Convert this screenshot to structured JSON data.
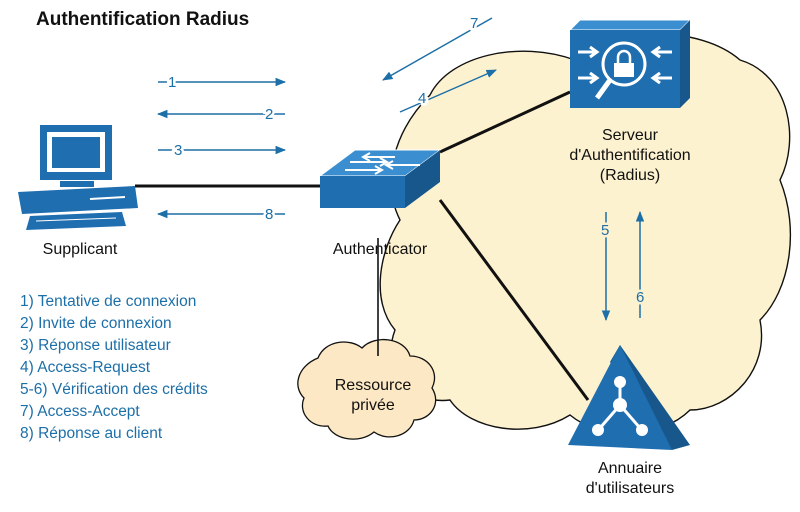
{
  "title": "Authentification Radius",
  "nodes": {
    "supplicant": "Supplicant",
    "authenticator": "Authenticator",
    "server_line1": "Serveur",
    "server_line2": "d'Authentification",
    "server_line3": "(Radius)",
    "directory_line1": "Annuaire",
    "directory_line2": "d'utilisateurs",
    "resource_line1": "Ressource",
    "resource_line2": "privée"
  },
  "step_labels": {
    "s1": "1",
    "s2": "2",
    "s3": "3",
    "s4": "4",
    "s5": "5",
    "s6": "6",
    "s7": "7",
    "s8": "8"
  },
  "legend": [
    "1) Tentative de connexion",
    "2) Invite de connexion",
    "3) Réponse utilisateur",
    "4) Access-Request",
    "5-6) Vérification des crédits",
    "7) Access-Accept",
    "8) Réponse au client"
  ],
  "colors": {
    "device_blue": "#1f6eb0",
    "arrow_blue": "#1d6fa8",
    "cloud_fill": "#fdf2cf",
    "resource_fill": "#fce8c4"
  }
}
